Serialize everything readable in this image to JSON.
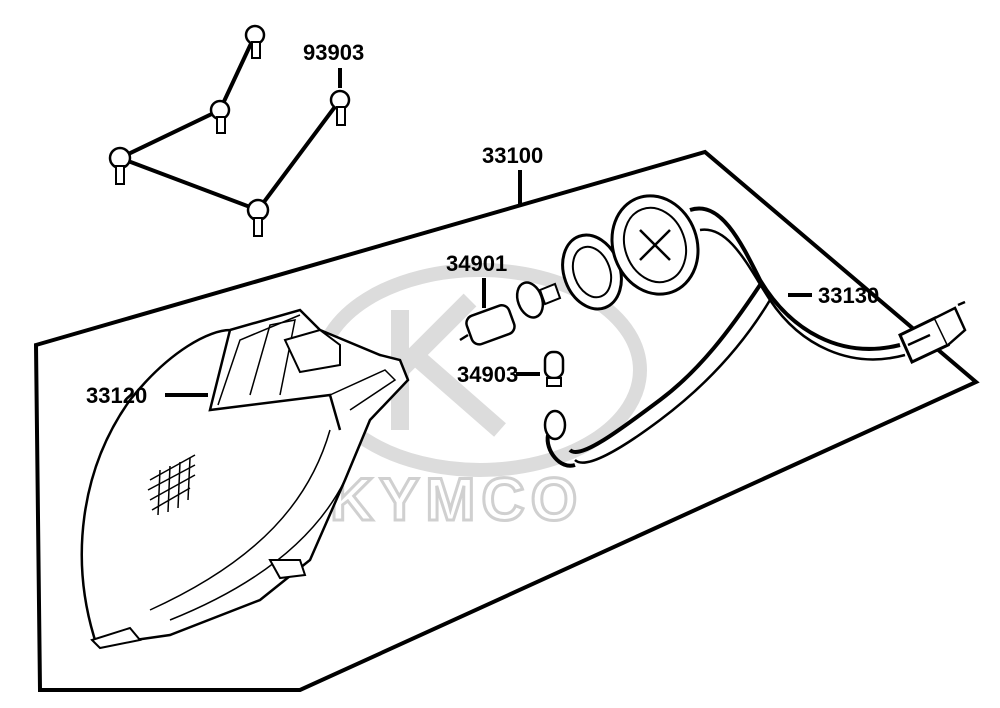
{
  "watermark": {
    "brand": "KYMCO"
  },
  "parts": [
    {
      "id": "p-93903",
      "label": "93903"
    },
    {
      "id": "p-33100",
      "label": "33100"
    },
    {
      "id": "p-34901",
      "label": "34901"
    },
    {
      "id": "p-33130",
      "label": "33130"
    },
    {
      "id": "p-33120",
      "label": "33120"
    },
    {
      "id": "p-34903",
      "label": "34903"
    }
  ]
}
